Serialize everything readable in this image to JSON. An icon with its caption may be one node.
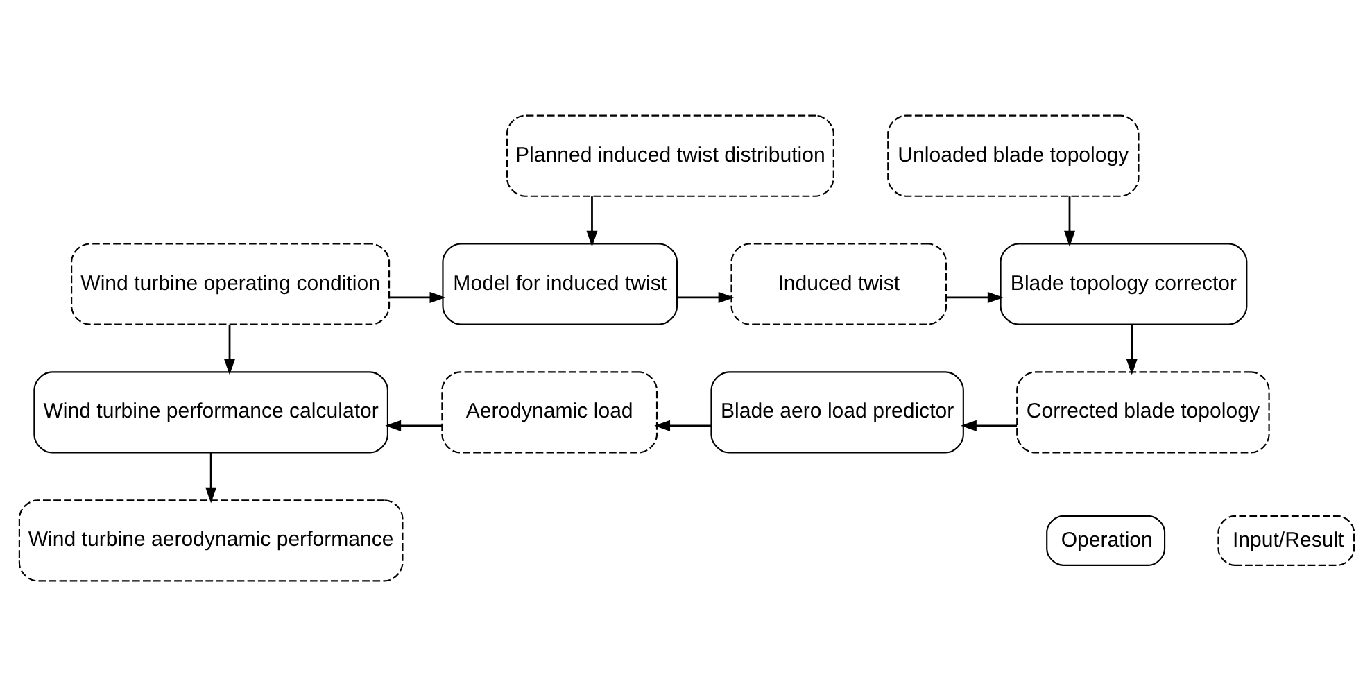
{
  "diagram": {
    "nodes": [
      {
        "text": [
          "Planned induced twist distribution"
        ]
      },
      {
        "text": [
          "Unloaded blade topology"
        ]
      },
      {
        "text": [
          "Wind turbine operating condition"
        ]
      },
      {
        "text": [
          "Model for induced twist"
        ]
      },
      {
        "text": [
          "Induced twist"
        ]
      },
      {
        "text": [
          "Blade topology corrector"
        ]
      },
      {
        "text": [
          "Wind turbine performance calculator"
        ]
      },
      {
        "text": [
          "Aerodynamic load"
        ]
      },
      {
        "text": [
          "Blade aero load predictor"
        ]
      },
      {
        "text": [
          "Corrected blade topology"
        ]
      },
      {
        "text": [
          "Wind turbine aerodynamic performance"
        ]
      }
    ],
    "edges": [
      {
        "from": 0,
        "to": 3,
        "arrow": "to"
      },
      {
        "from": 1,
        "to": 5,
        "arrow": "to"
      },
      {
        "from": 2,
        "to": 3,
        "arrow": "to"
      },
      {
        "from": 3,
        "to": 4,
        "arrow": "to"
      },
      {
        "from": 4,
        "to": 5,
        "arrow": "to"
      },
      {
        "from": 5,
        "to": 9,
        "arrow": "to"
      },
      {
        "from": 9,
        "to": 8,
        "arrow": "to"
      },
      {
        "from": 8,
        "to": 7,
        "arrow": "to"
      },
      {
        "from": 7,
        "to": 6,
        "arrow": "to"
      },
      {
        "from": 2,
        "to": 6,
        "arrow": "to"
      },
      {
        "from": 6,
        "to": 10,
        "arrow": "to"
      }
    ],
    "legend": [
      {
        "text": "Operation"
      },
      {
        "text": "Input/Result"
      }
    ]
  }
}
